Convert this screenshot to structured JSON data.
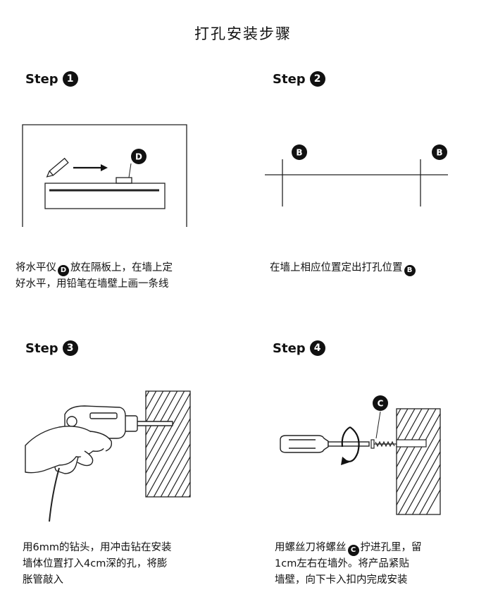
{
  "page_title": "打孔安装步骤",
  "steps": [
    {
      "label": "Step",
      "number": "1",
      "desc_lines": [
        {
          "before": "将水平仪",
          "badge": "D",
          "after": "放在隔板上，在墙上定"
        },
        {
          "before": "好水平，用铅笔在墙壁上画一条线",
          "badge": "",
          "after": ""
        }
      ],
      "callouts": [
        "D"
      ]
    },
    {
      "label": "Step",
      "number": "2",
      "desc_lines": [
        {
          "before": "在墙上相应位置定出打孔位置",
          "badge": "B",
          "after": ""
        }
      ],
      "callouts": [
        "B",
        "B"
      ]
    },
    {
      "label": "Step",
      "number": "3",
      "desc_lines": [
        {
          "before": "用6mm的钻头，用冲击钻在安装",
          "badge": "",
          "after": ""
        },
        {
          "before": "墙体位置打入4cm深的孔，将膨",
          "badge": "",
          "after": ""
        },
        {
          "before": "胀管敲入",
          "badge": "",
          "after": ""
        }
      ],
      "callouts": []
    },
    {
      "label": "Step",
      "number": "4",
      "desc_lines": [
        {
          "before": "用螺丝刀将螺丝",
          "badge": "C",
          "after": "拧进孔里，留"
        },
        {
          "before": "1cm左右在墙外。将产品紧贴",
          "badge": "",
          "after": ""
        },
        {
          "before": "墙壁，向下卡入扣内完成安装",
          "badge": "",
          "after": ""
        }
      ],
      "callouts": [
        "C"
      ]
    }
  ]
}
